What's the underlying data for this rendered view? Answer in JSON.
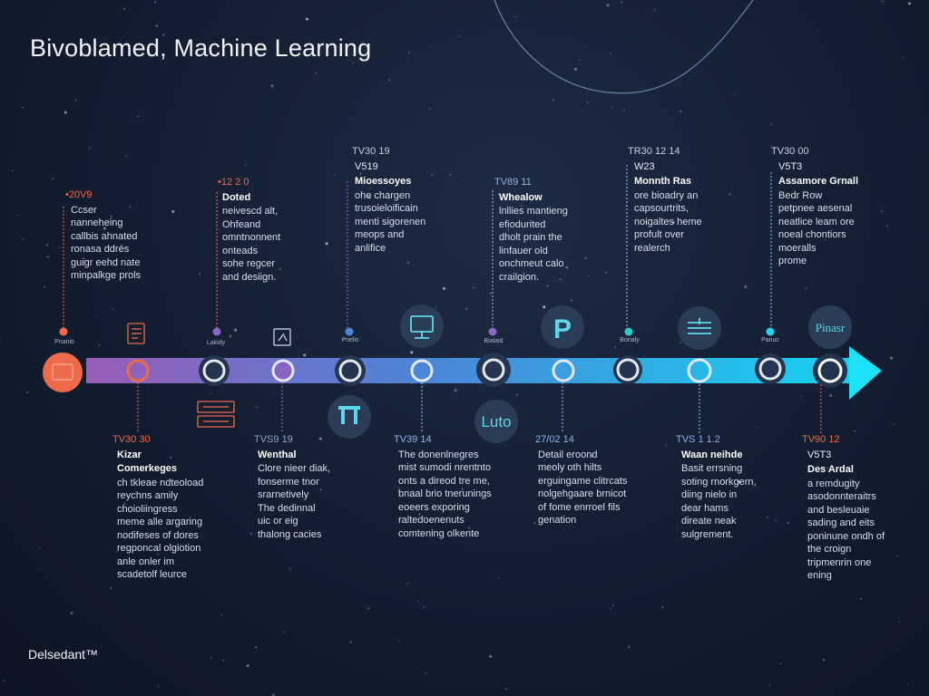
{
  "title": "Bivoblamed, Machine Learning",
  "brand": "Delsedant™",
  "colors": {
    "accent_orange": "#ef6a48",
    "accent_purple": "#8a64c4",
    "accent_blue": "#4a86d8",
    "accent_cyan": "#22d3ee"
  },
  "upper_events": [
    {
      "date": "•20V9",
      "version": "",
      "name": "",
      "body": "Ccser\nnanneheing\ncallbis ahnated\nronasa ddrés\nguigr eehd nate\nminpalkge prols",
      "color": "#ef6a48"
    },
    {
      "date": "•12 2 0",
      "version": "",
      "name": "Doted",
      "body": "neivescd alt,\nOhfeand\nomntnonnent\nonteads\nsohe regcer\nand desiign.",
      "color": "#ef6a48"
    },
    {
      "date": "TV30 19",
      "version": "V519",
      "name": "Mioessoyes",
      "body": "ohe chargen\ntrusoieloificain\nmenti sigorenen\nmeops and\nanlifice",
      "color": "#c8d1de"
    },
    {
      "date": "TV89 11",
      "version": "",
      "name": "Whealow",
      "body": "lnllies mantieng\nefiodurited\ndholt prain the\nlinfauer old\nonchmeut calo\ncrailgion.",
      "color": "#8fb4e8"
    },
    {
      "date": "TR30 12 14",
      "version": "W23",
      "name": "Monnth Ras",
      "body": "ore bioadry an\ncapsourtrits,\nnoigaltes heme\nprofult over\nrealerch",
      "color": "#c8d1de"
    },
    {
      "date": "TV30 00",
      "version": "V5T3",
      "name": "Assamore Grnall",
      "body": "Bedr Row\npetpnee aesenal\nneatlice leam ore\nnoeal chontiors\nmoeralls\nprome",
      "color": "#c8d1de"
    }
  ],
  "upper_dot_labels": [
    "Pnanio",
    "Lakidy",
    "Pnelis",
    "Bialaid",
    "Bonaly",
    "Panuc"
  ],
  "lower_events": [
    {
      "date": "TV30 30",
      "version": "Kizar",
      "name": "Comerkeges",
      "body": "ch tkleae ndteoload\nreychns amily\nchoioliingress\nmeme alle argaring\nnodifeses of dores\nregponcal olgiotion\nanle onler im\nscadetolf leurce",
      "color": "#ef6a48"
    },
    {
      "date": "TVS9 19",
      "version": "",
      "name": "Wenthal",
      "body": "Clore nieer diak,\nfonserme tnor\nsrarnetively\nThe dedinnal\nuic or eig\nthalong cacies",
      "color": "#8fa0c8"
    },
    {
      "date": "TV39 14",
      "version": "",
      "name": "",
      "body": "The donenlnegres\nmist sumodi nrentnto\nonts a direod tre me,\nbnaal brio tnerunings\neoeers exporing\nraltedoenenuts\ncomtening olkente",
      "color": "#8fb4e8"
    },
    {
      "date": "27/02 14",
      "version": "",
      "name": "",
      "body": "Detail eroond\nmeoly oth hilts\nerguingame clitrcats\nnolgehgaare brnicot\nof fome enrroel fils\ngenation",
      "color": "#8fb4e8"
    },
    {
      "date": "TVS 1 1.2",
      "version": "",
      "name": "Waan neihde",
      "body": "Basit errsning\nsoting rnorkgern,\ndiing nielo in\ndear hams\ndireate neak\nsulgrement.",
      "color": "#8fb4e8"
    },
    {
      "date": "TV90 12",
      "version": "V5T3",
      "name": "Des Ardal",
      "body": "a remdugity\nasodonnteraitrs\nand besleuaie\nsading and eits\nponinune ondh of\nthe croign\ntripmenrin one\nening",
      "color": "#ef6a48"
    }
  ],
  "icons": [
    "Pinasr",
    "P",
    "Luto"
  ]
}
